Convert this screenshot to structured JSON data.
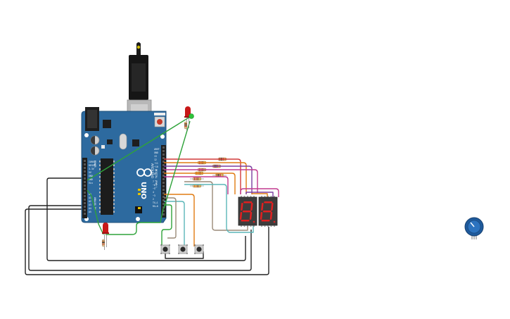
{
  "board": {
    "brand": "ARDUINO",
    "model": "UNO",
    "pin_labels_top": [
      "AREF",
      "GND",
      "13",
      "12",
      "~11",
      "~10",
      "~9",
      "8"
    ],
    "pin_labels_bottom": [
      "7",
      "~6",
      "~5",
      "4",
      "~3",
      "2",
      "TX→1",
      "RX←0"
    ],
    "side_labels": [
      "IOREF",
      "RESET",
      "3.3V",
      "5V",
      "GND",
      "GND",
      "Vin"
    ],
    "analog_labels": [
      "A0",
      "A1",
      "A2",
      "A3",
      "A4",
      "A5"
    ],
    "header_labels": {
      "power": "POWER",
      "analog": "ANALOG IN",
      "digital": "DIGITAL (PWM~)"
    }
  },
  "components": {
    "leds": [
      {
        "name": "led-top",
        "color": "#c81818"
      },
      {
        "name": "led-bottom",
        "color": "#c81818"
      }
    ],
    "resistors": 8,
    "displays": [
      {
        "name": "display-left",
        "digit": "8"
      },
      {
        "name": "display-right",
        "digit": "8"
      }
    ],
    "buttons": 3,
    "potentiometer": {
      "knob_color": "#1e5a9c"
    }
  },
  "colors": {
    "board": "#2d6a9f",
    "board_edge": "#20507a",
    "wire_black": "#222222",
    "wire_green": "#2fa33a",
    "wire_orange": "#e07b12",
    "wire_purple": "#7b3fa0",
    "wire_magenta": "#c23a8f",
    "wire_teal": "#5bb6b8",
    "wire_gray": "#9a8a78",
    "wire_red": "#d23a3a",
    "segment": "#e02020"
  }
}
